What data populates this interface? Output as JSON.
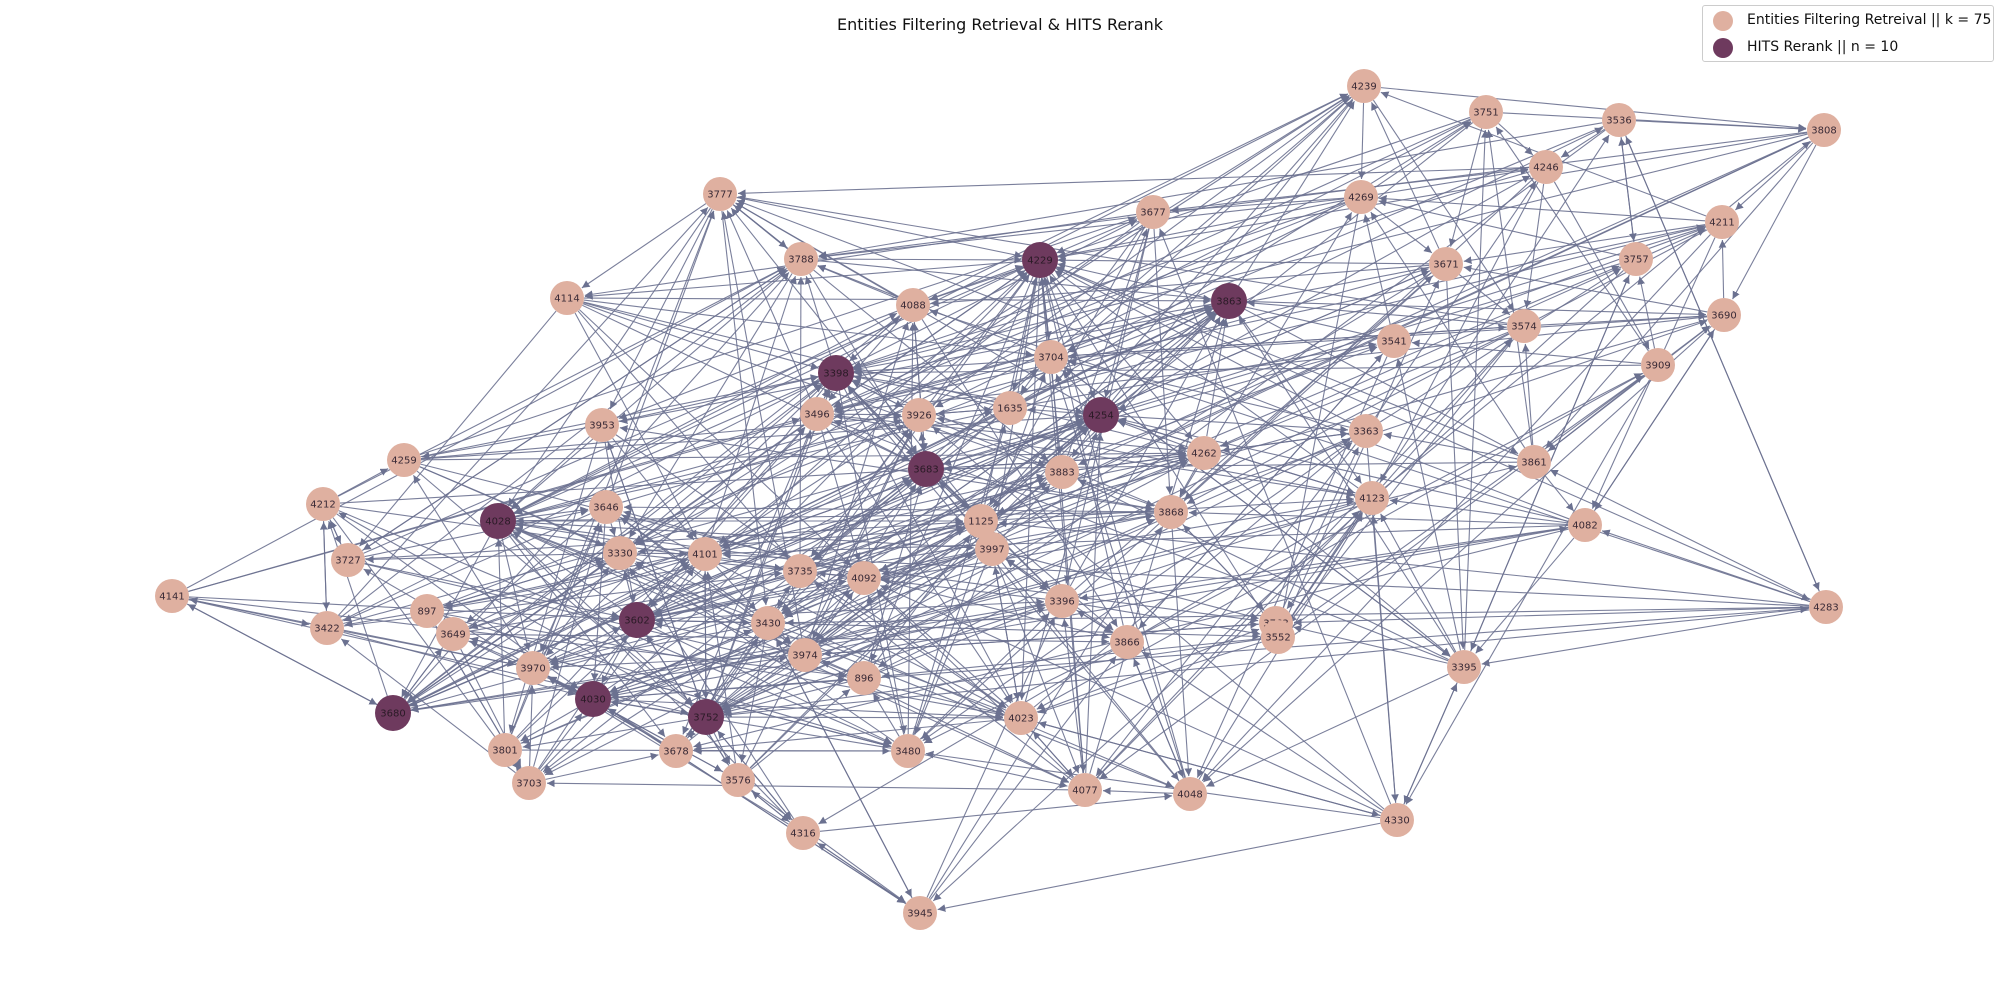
{
  "title": "Entities Filtering Retrieval & HITS Rerank",
  "legend": {
    "items": [
      {
        "label": "Entities Filtering Retreival || k = 75",
        "color": "#dfb0a0"
      },
      {
        "label": " HITS Rerank || n = 10",
        "color": "#6e3a5e"
      }
    ]
  },
  "colors": {
    "edge": "#6b7190",
    "retrieved": "#dfb0a0",
    "reranked": "#6e3a5e"
  },
  "nodes": [
    "4239",
    "3751",
    "3536",
    "3808",
    "4246",
    "4211",
    "3777",
    "3677",
    "4269",
    "3788",
    "4229",
    "3671",
    "3757",
    "4114",
    "4088",
    "3863",
    "3690",
    "3574",
    "3541",
    "3704",
    "3909",
    "3398",
    "3496",
    "3926",
    "1635",
    "4254",
    "3953",
    "3363",
    "4259",
    "4262",
    "3861",
    "3683",
    "3883",
    "4212",
    "4028",
    "3646",
    "4123",
    "3868",
    "1125",
    "4082",
    "3727",
    "3330",
    "4101",
    "3997",
    "4141",
    "3735",
    "4092",
    "3396",
    "4283",
    "897",
    "3422",
    "3649",
    "3602",
    "3430",
    "3763",
    "3552",
    "3866",
    "3974",
    "896",
    "3970",
    "3395",
    "3680",
    "4030",
    "3752",
    "4023",
    "3801",
    "3678",
    "3480",
    "3703",
    "3576",
    "4077",
    "4048",
    "4316",
    "4330",
    "3945"
  ],
  "reranked": [
    "4229",
    "3863",
    "3398",
    "4254",
    "3683",
    "4028",
    "3602",
    "4030",
    "3752",
    "3680"
  ]
}
